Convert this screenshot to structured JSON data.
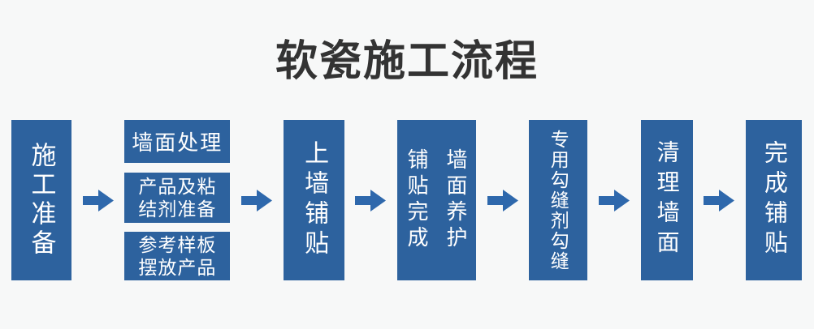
{
  "page": {
    "title": "软瓷施工流程"
  },
  "colors": {
    "background": "#f7f8f8",
    "box_blue": "#2d629e",
    "arrow_blue": "#2e68ac",
    "box_text": "#ffffff",
    "title_text": "#333333"
  },
  "flow": {
    "arrow_icon": "arrow-right-icon",
    "steps": [
      {
        "id": "construction-prep",
        "label": "施工准备"
      },
      {
        "id": "prep-substeps",
        "items": [
          {
            "id": "wall-treatment",
            "lines": [
              "墙面处理"
            ]
          },
          {
            "id": "product-adhesive-prep",
            "lines": [
              "产品及粘",
              "结剂准备"
            ]
          },
          {
            "id": "sample-layout",
            "lines": [
              "参考样板",
              "摆放产品"
            ]
          }
        ]
      },
      {
        "id": "wall-paving",
        "label": "上墙铺贴"
      },
      {
        "id": "paving-complete-curing",
        "columns": [
          "铺贴完成",
          "墙面养护"
        ]
      },
      {
        "id": "special-grouting",
        "label": "专用勾缝剂勾缝"
      },
      {
        "id": "wall-cleaning",
        "label": "清理墙面"
      },
      {
        "id": "finish-paving",
        "label": "完成铺贴"
      }
    ]
  }
}
